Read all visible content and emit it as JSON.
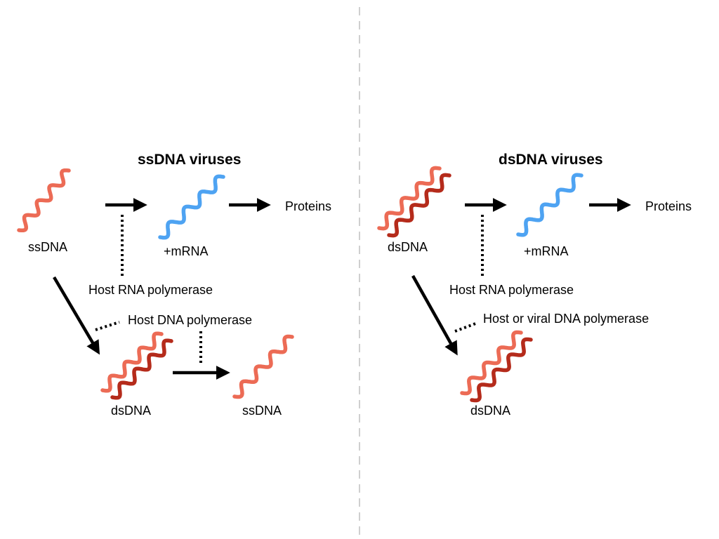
{
  "colors": {
    "ssdna_strand": "#ec6b55",
    "dsdna_dark_strand": "#b52b1b",
    "mrna_strand": "#4ea3f2",
    "arrow": "#000000",
    "divider": "#cfcfcf"
  },
  "left_panel": {
    "title": "ssDNA viruses",
    "genome_label": "ssDNA",
    "mrna_label": "+mRNA",
    "proteins_label": "Proteins",
    "rna_polymerase_label": "Host RNA polymerase",
    "dna_polymerase_label": "Host DNA polymerase",
    "intermediate_label": "dsDNA",
    "product_label": "ssDNA"
  },
  "right_panel": {
    "title": "dsDNA viruses",
    "genome_label": "dsDNA",
    "mrna_label": "+mRNA",
    "proteins_label": "Proteins",
    "rna_polymerase_label": "Host RNA polymerase",
    "dna_polymerase_label": "Host or viral DNA polymerase",
    "product_label": "dsDNA"
  }
}
